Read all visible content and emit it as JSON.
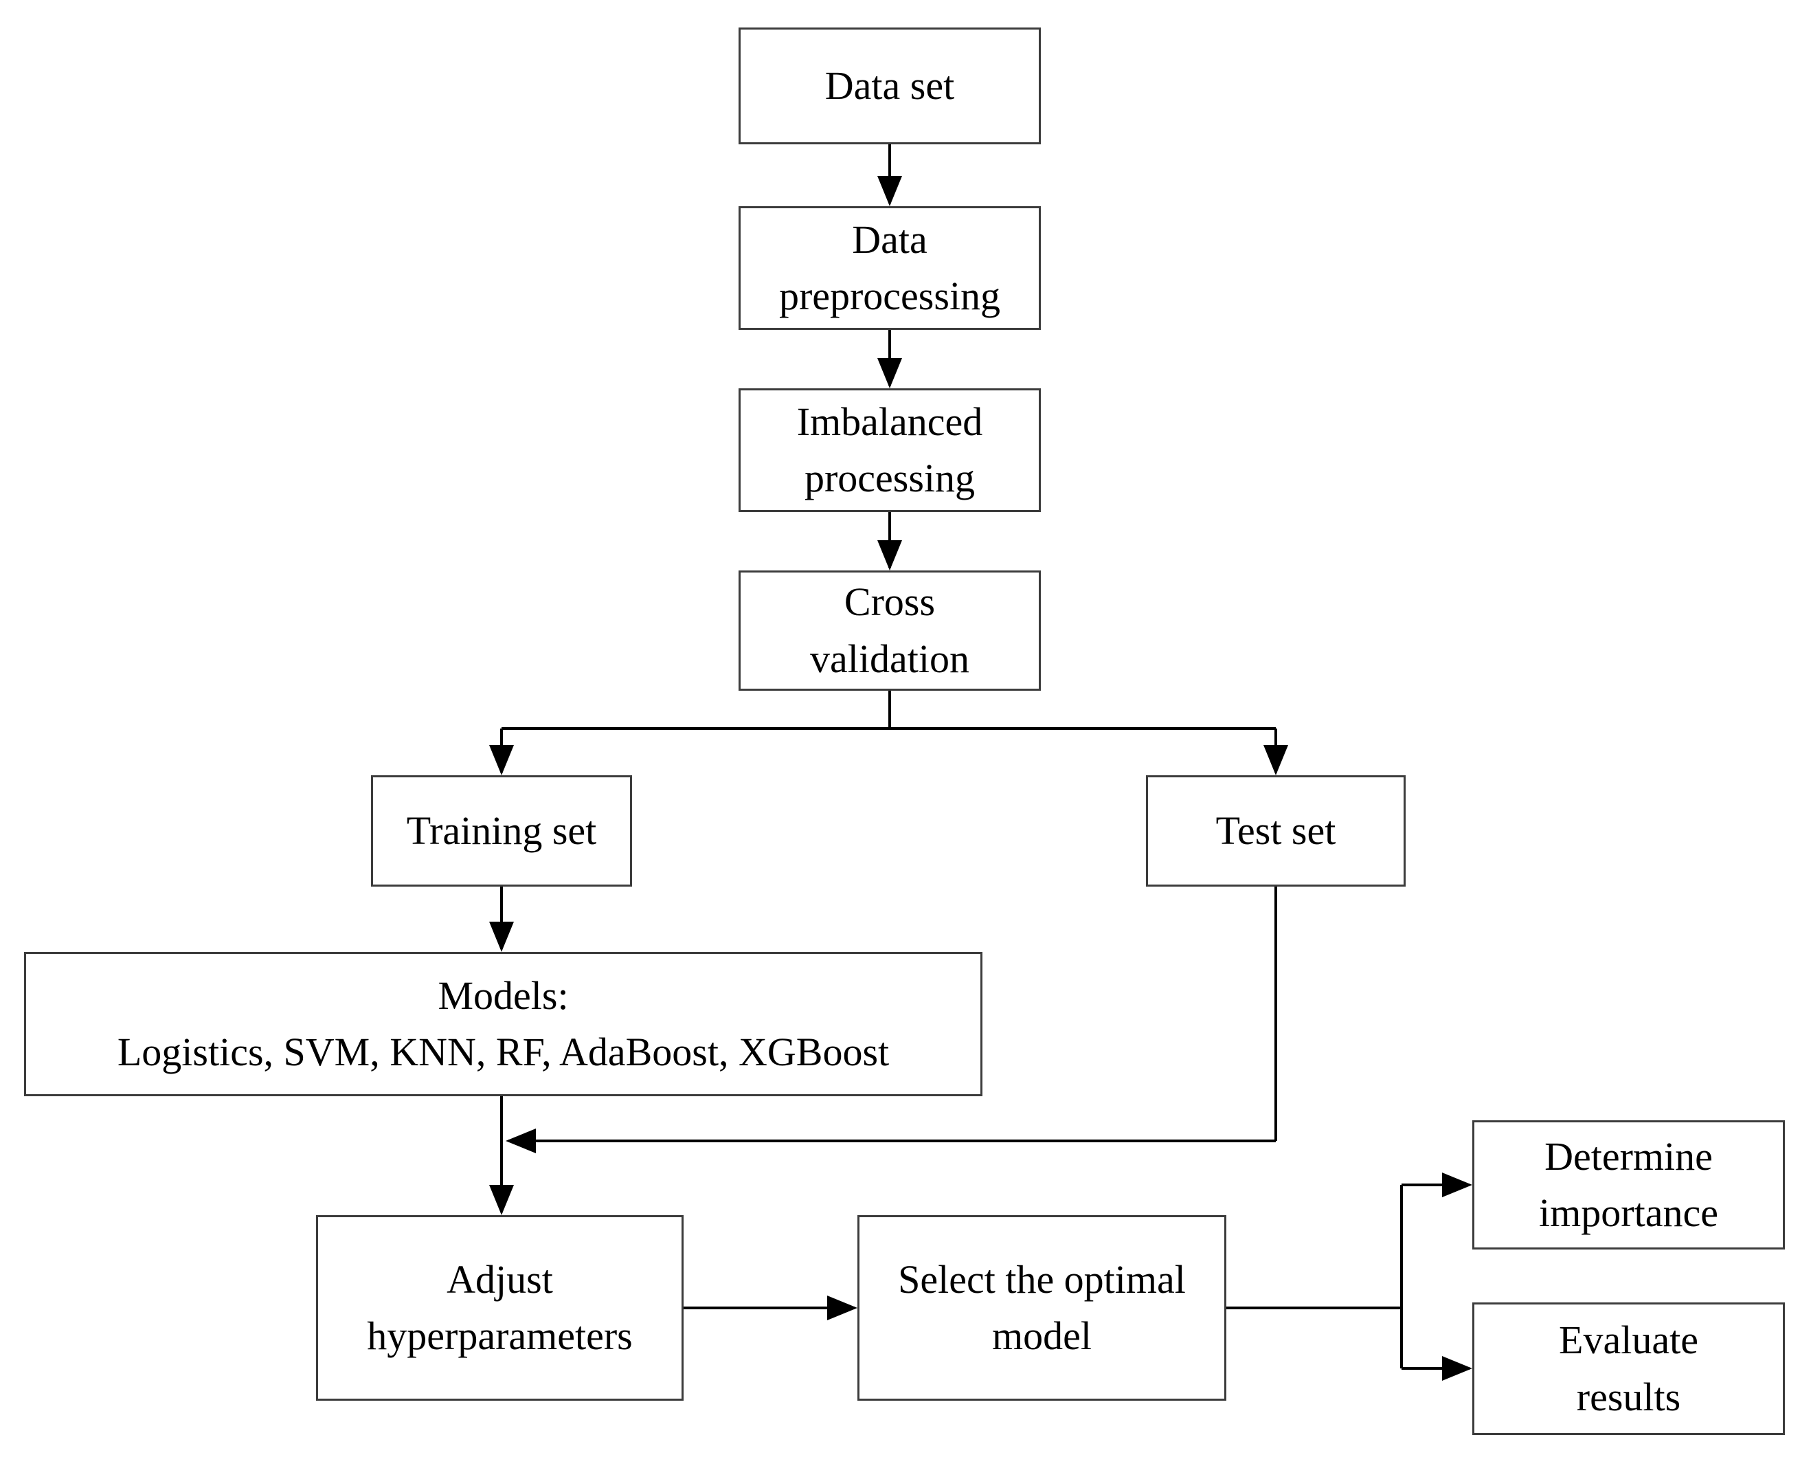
{
  "diagram": {
    "type": "flowchart",
    "nodes": {
      "data_set": {
        "label": "Data set"
      },
      "data_preprocessing": {
        "label": "Data\npreprocessing"
      },
      "imbalanced_processing": {
        "label": "Imbalanced\nprocessing"
      },
      "cross_validation": {
        "label": "Cross\nvalidation"
      },
      "training_set": {
        "label": "Training set"
      },
      "test_set": {
        "label": "Test set"
      },
      "models": {
        "label": "Models:\nLogistics, SVM, KNN, RF, AdaBoost, XGBoost",
        "items": [
          "Logistics",
          "SVM",
          "KNN",
          "RF",
          "AdaBoost",
          "XGBoost"
        ]
      },
      "adjust_hyperparameters": {
        "label": "Adjust\nhyperparameters"
      },
      "select_optimal_model": {
        "label": "Select the optimal\nmodel"
      },
      "determine_importance": {
        "label": "Determine\nimportance"
      },
      "evaluate_results": {
        "label": "Evaluate\nresults"
      }
    },
    "edges": [
      {
        "from": "data_set",
        "to": "data_preprocessing"
      },
      {
        "from": "data_preprocessing",
        "to": "imbalanced_processing"
      },
      {
        "from": "imbalanced_processing",
        "to": "cross_validation"
      },
      {
        "from": "cross_validation",
        "to": "training_set"
      },
      {
        "from": "cross_validation",
        "to": "test_set"
      },
      {
        "from": "training_set",
        "to": "models"
      },
      {
        "from": "models",
        "to": "adjust_hyperparameters"
      },
      {
        "from": "test_set",
        "to": "adjust_hyperparameters"
      },
      {
        "from": "adjust_hyperparameters",
        "to": "select_optimal_model"
      },
      {
        "from": "select_optimal_model",
        "to": "determine_importance"
      },
      {
        "from": "select_optimal_model",
        "to": "evaluate_results"
      }
    ]
  },
  "colors": {
    "background": "#ffffff",
    "box_bg": "#ffffff",
    "box_border": "#3c3c3c",
    "text": "#000000",
    "line": "#000000"
  }
}
